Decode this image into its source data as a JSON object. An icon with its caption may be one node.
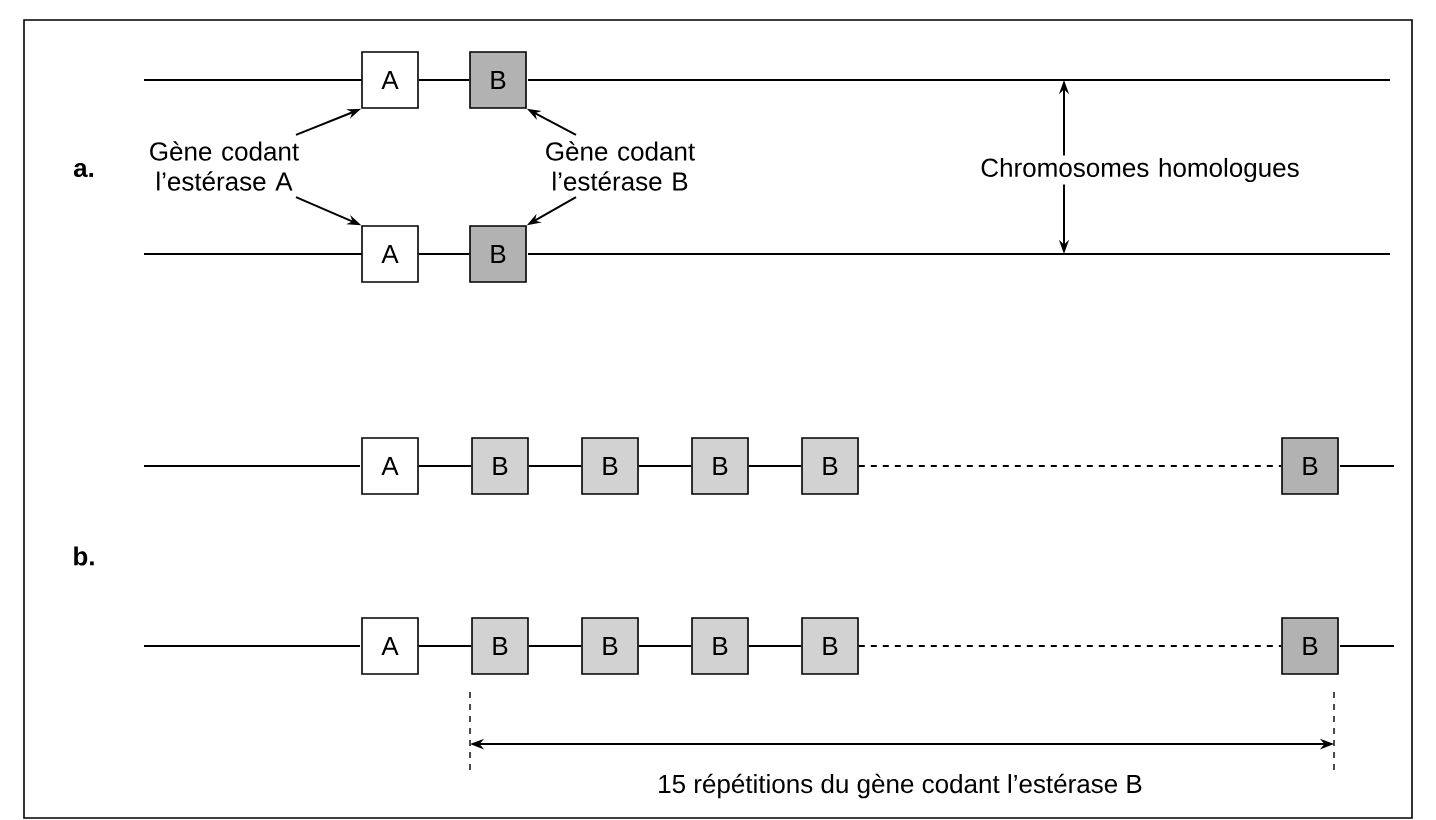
{
  "diagram": {
    "nodes": [
      {
        "text": [
          "A"
        ]
      },
      {
        "text": [
          "B"
        ]
      },
      {
        "text": [
          "Gène codant l’estérase A"
        ]
      },
      {
        "text": [
          "Gène codant l’estérase B"
        ]
      },
      {
        "text": [
          "A"
        ]
      },
      {
        "text": [
          "B"
        ]
      },
      {
        "text": [
          "Chromosomes homologues"
        ]
      },
      {
        "text": [
          "A"
        ]
      },
      {
        "text": [
          "B"
        ]
      },
      {
        "text": [
          "B"
        ]
      },
      {
        "text": [
          "B"
        ]
      },
      {
        "text": [
          "B"
        ]
      },
      {
        "text": [
          "B"
        ]
      },
      {
        "text": [
          "A"
        ]
      },
      {
        "text": [
          "B"
        ]
      },
      {
        "text": [
          "B"
        ]
      },
      {
        "text": [
          "B"
        ]
      },
      {
        "text": [
          "B"
        ]
      },
      {
        "text": [
          "B"
        ]
      }
    ],
    "edges": [
      {
        "from": 2,
        "to": 0,
        "arrow": "to"
      },
      {
        "from": 2,
        "to": 4,
        "arrow": "to"
      },
      {
        "from": 3,
        "to": 1,
        "arrow": "to"
      },
      {
        "from": 3,
        "to": 5,
        "arrow": "to"
      },
      {
        "from": 6,
        "to": null,
        "arrow": "to"
      },
      {
        "from": 6,
        "to": null,
        "arrow": "to"
      },
      {
        "from": 0,
        "to": 1,
        "arrow": "none"
      },
      {
        "from": 4,
        "to": 5,
        "arrow": "none"
      },
      {
        "from": 7,
        "to": 8,
        "arrow": "none"
      },
      {
        "from": 8,
        "to": 9,
        "arrow": "none"
      },
      {
        "from": 9,
        "to": 10,
        "arrow": "none"
      },
      {
        "from": 10,
        "to": 11,
        "arrow": "none"
      },
      {
        "from": 11,
        "to": 12,
        "arrow": "none",
        "style": "dashed"
      },
      {
        "from": 13,
        "to": 14,
        "arrow": "none"
      },
      {
        "from": 14,
        "to": 15,
        "arrow": "none"
      },
      {
        "from": 15,
        "to": 16,
        "arrow": "none"
      },
      {
        "from": 16,
        "to": 17,
        "arrow": "none"
      },
      {
        "from": 17,
        "to": 18,
        "arrow": "none",
        "style": "dashed"
      }
    ],
    "labels": [
      "a.",
      "b.",
      "15 répétitions du gène codant l’estérase B"
    ]
  }
}
